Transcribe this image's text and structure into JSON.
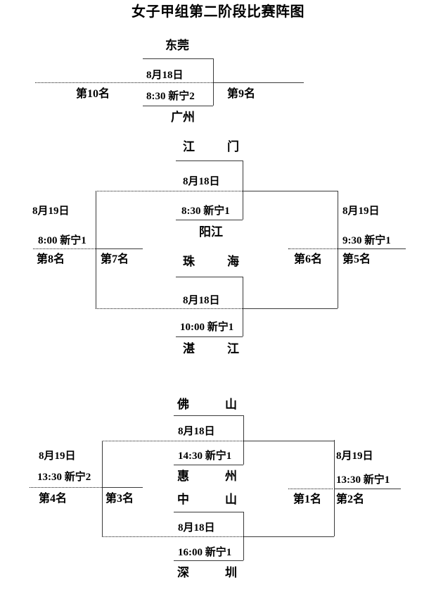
{
  "title": "女子甲组第二阶段比赛阵图",
  "playoff_9_10": {
    "top_team": "东莞",
    "bottom_team": "广州",
    "date": "8月18日",
    "time_venue": "8:30 新宁2",
    "loser_label": "第10名",
    "winner_label": "第9名"
  },
  "bracket_5_8": {
    "semi_top": {
      "top_team": "江门",
      "bottom_team": "阳江",
      "date": "8月18日",
      "time_venue": "8:30 新宁1"
    },
    "semi_bottom": {
      "top_team": "珠海",
      "bottom_team": "湛江",
      "date": "8月18日",
      "time_venue": "10:00 新宁1"
    },
    "left_final": {
      "date": "8月19日",
      "time_venue": "8:00 新宁1",
      "outer_rank": "第8名",
      "inner_rank": "第7名"
    },
    "right_final": {
      "date": "8月19日",
      "time_venue": "9:30 新宁1",
      "outer_rank": "第5名",
      "inner_rank": "第6名"
    }
  },
  "bracket_1_4": {
    "semi_top": {
      "top_team": "佛山",
      "bottom_team": "惠州",
      "date": "8月18日",
      "time_venue": "14:30 新宁1"
    },
    "semi_bottom": {
      "top_team": "中山",
      "bottom_team": "深圳",
      "date": "8月18日",
      "time_venue": "16:00 新宁1"
    },
    "left_final": {
      "date": "8月19日",
      "time_venue": "13:30 新宁2",
      "outer_rank": "第4名",
      "inner_rank": "第3名"
    },
    "right_final": {
      "date": "8月19日",
      "time_venue": "13:30 新宁1",
      "outer_rank": "第2名",
      "inner_rank": "第1名"
    }
  }
}
